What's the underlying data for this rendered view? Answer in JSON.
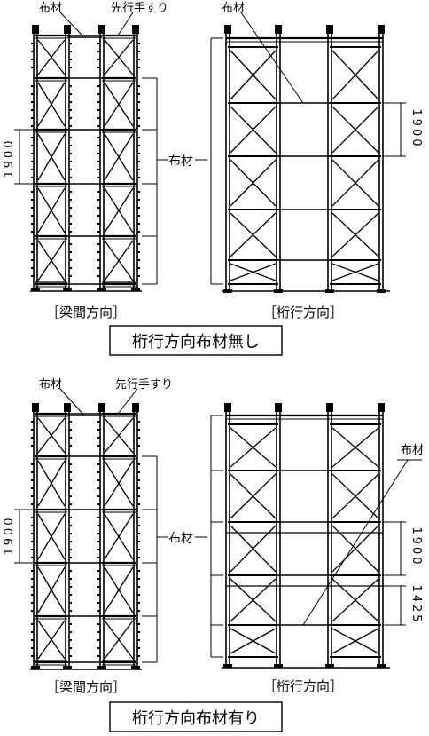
{
  "top": {
    "left_view": {
      "label_nuzai": "布材",
      "label_handrail": "先行手すり",
      "dim_value": "1900",
      "caption": "［梁間方向］"
    },
    "center_label": "布材",
    "right_view": {
      "label_nuzai": "布材",
      "dim_value": "1900",
      "caption": "［桁行方向］"
    },
    "section_title": "桁行方向布材無し"
  },
  "bottom": {
    "left_view": {
      "label_nuzai": "布材",
      "label_handrail": "先行手すり",
      "dim_value": "1900",
      "caption": "［梁間方向］"
    },
    "center_label": "布材",
    "right_view": {
      "label_nuzai": "布材",
      "dim_value_upper": "1900",
      "dim_value_lower": "1425",
      "caption": "［桁行方向］"
    },
    "section_title": "桁行方向布材有り"
  },
  "colors": {
    "line": "#000000",
    "background": "#ffffff"
  }
}
